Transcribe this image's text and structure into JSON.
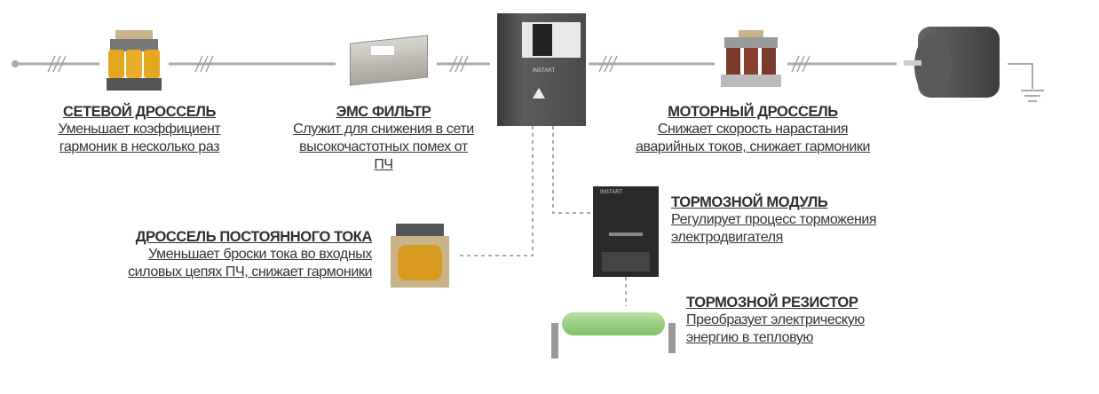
{
  "nodes": {
    "line_choke": {
      "title": "СЕТЕВОЙ ДРОССЕЛЬ",
      "desc": [
        "Уменьшает коэффициент",
        "гармоник в несколько раз"
      ]
    },
    "emc_filter": {
      "title": "ЭМС ФИЛЬТР",
      "desc": [
        "Служит для снижения в сети",
        "высокочастотных помех от",
        "ПЧ"
      ]
    },
    "motor_choke": {
      "title": "МОТОРНЫЙ ДРОССЕЛЬ",
      "desc": [
        "Снижает скорость нарастания",
        "аварийных токов, снижает гармоники"
      ]
    },
    "dc_choke": {
      "title": "ДРОССЕЛЬ ПОСТОЯННОГО ТОКА",
      "desc": [
        "Уменьшает броски тока во входных",
        "силовых цепях ПЧ, снижает гармоники"
      ]
    },
    "brake_module": {
      "title": "ТОРМОЗНОЙ МОДУЛЬ",
      "desc": [
        "Регулирует процесс торможения",
        "электродвигателя"
      ]
    },
    "brake_resistor": {
      "title": "ТОРМОЗНОЙ РЕЗИСТОР",
      "desc": [
        "Преобразует электрическую",
        "энергию в тепловую"
      ]
    }
  },
  "devices": {
    "inverter_brand": "INSTART",
    "module_brand": "INSTART"
  },
  "colors": {
    "wire": "#aaaaaa",
    "text": "#333333"
  }
}
